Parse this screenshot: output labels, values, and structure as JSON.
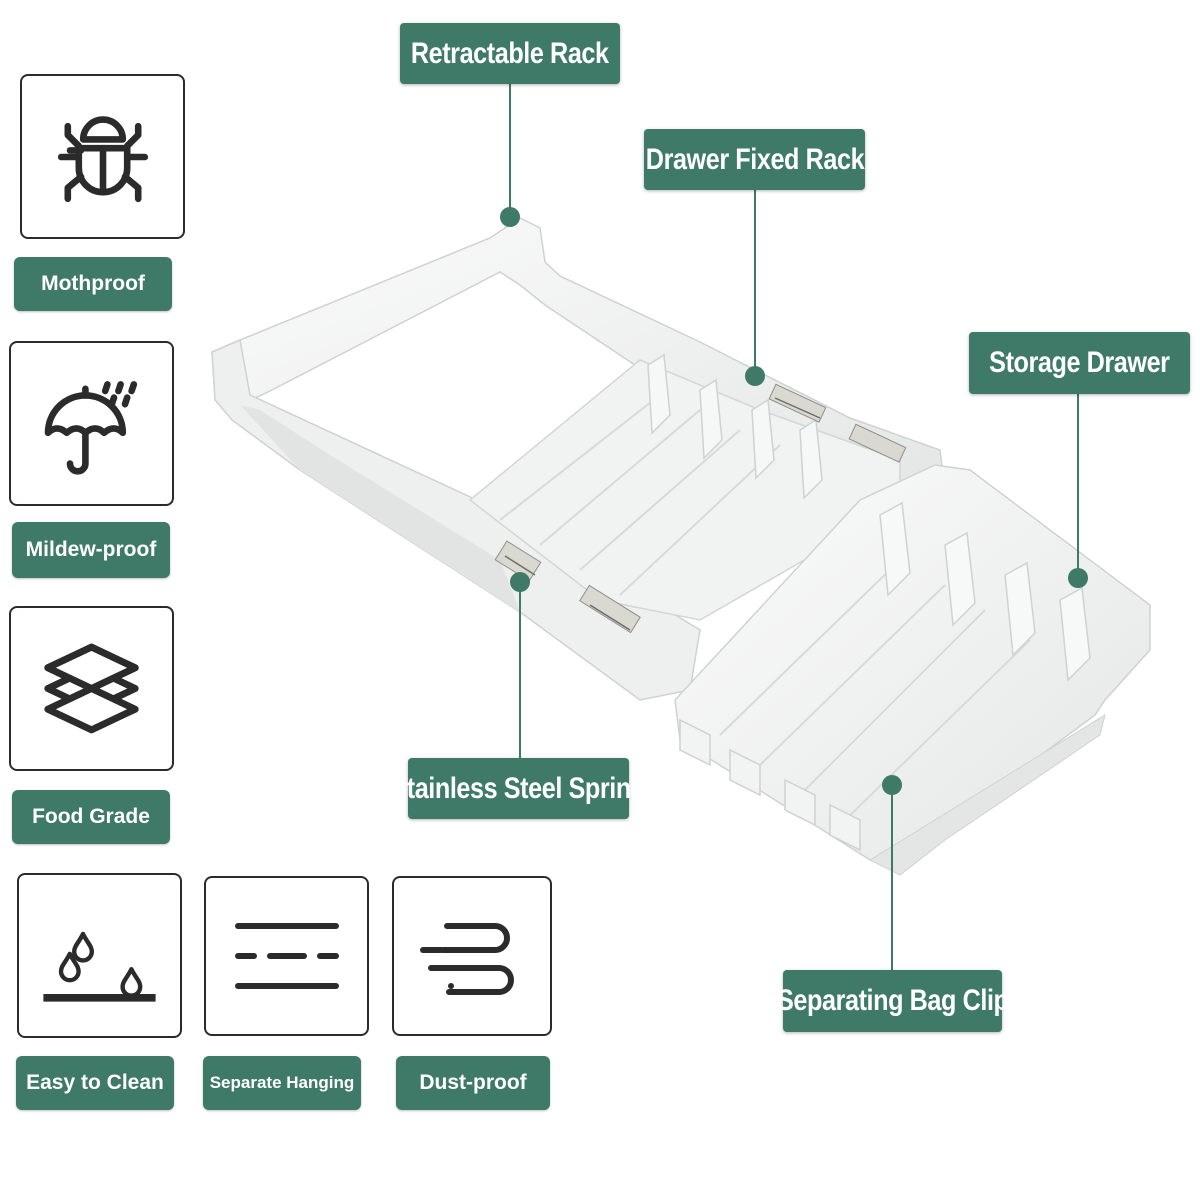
{
  "colors": {
    "label_green": "#3e7a67",
    "icon_stroke": "#2b2b2b",
    "product_white": "#f4f5f5"
  },
  "features": [
    {
      "label": "Mothproof",
      "icon": "bug-icon"
    },
    {
      "label": "Mildew-proof",
      "icon": "umbrella-rain-icon"
    },
    {
      "label": "Food Grade",
      "icon": "layers-icon"
    },
    {
      "label": "Easy to Clean",
      "icon": "water-drops-icon"
    },
    {
      "label": "Separate Hanging",
      "icon": "dashed-lines-icon"
    },
    {
      "label": "Dust-proof",
      "icon": "wind-icon"
    }
  ],
  "callouts": {
    "retractable_rack": "Retractable Rack",
    "drawer_fixed_rack": "Drawer Fixed Rack",
    "storage_drawer": "Storage Drawer",
    "stainless_steel_spring": "Stainless Steel Spring",
    "separating_bag_clip": "Separating Bag Clip"
  }
}
